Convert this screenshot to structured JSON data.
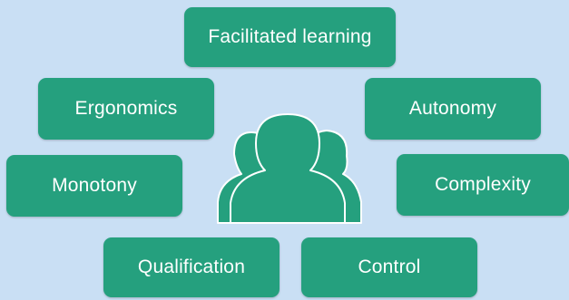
{
  "diagram": {
    "center_icon": "people-group-icon",
    "colors": {
      "background": "#c9dff4",
      "box": "#25a07e",
      "text": "#ffffff"
    },
    "factors": [
      {
        "id": "facilitated-learning",
        "label": "Facilitated learning"
      },
      {
        "id": "ergonomics",
        "label": "Ergonomics"
      },
      {
        "id": "autonomy",
        "label": "Autonomy"
      },
      {
        "id": "monotony",
        "label": "Monotony"
      },
      {
        "id": "complexity",
        "label": "Complexity"
      },
      {
        "id": "qualification",
        "label": "Qualification"
      },
      {
        "id": "control",
        "label": "Control"
      }
    ]
  }
}
